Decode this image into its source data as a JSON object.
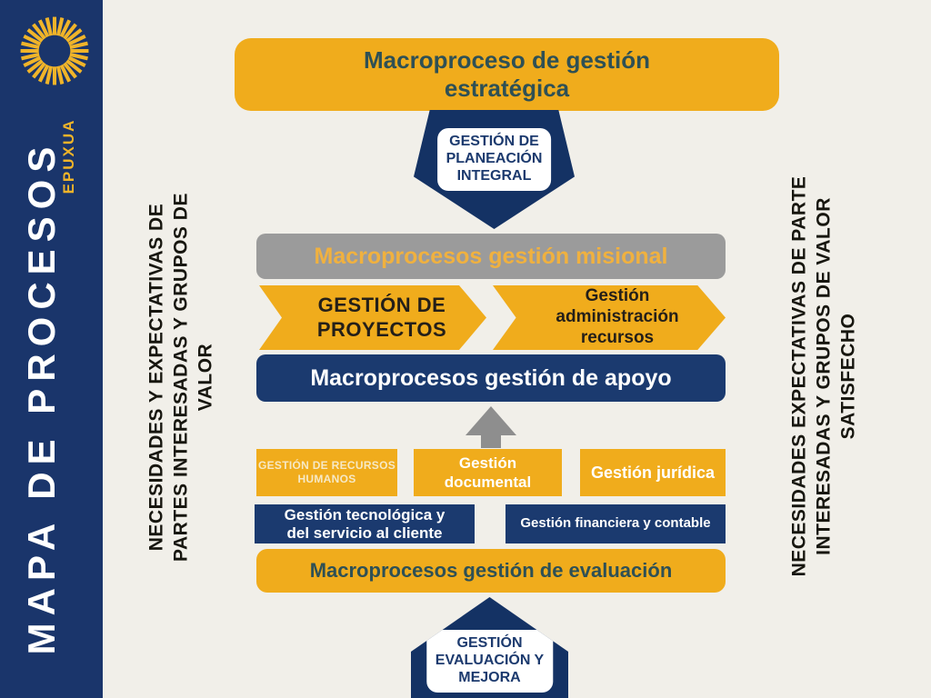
{
  "colors": {
    "background": "#F1EFE9",
    "sidebar_navy": "#1A356B",
    "navy": "#1B3A6F",
    "pentagon_navy": "#143264",
    "yellow": "#F0AC1C",
    "sun_yellow": "#F0B429",
    "gray_banner": "#9B9B9B",
    "gray_arrow": "#8E8E8E",
    "teal_text": "#2E5055",
    "gold_text": "#F0B13F",
    "cream_text": "#F6E9C6"
  },
  "sidebar": {
    "logo": "sunburst-icon",
    "title": "MAPA DE PROCESOS",
    "brand": "EPUXUA"
  },
  "side_labels": {
    "left": {
      "line1": "NECESIDADES Y EXPECTATIVAS DE",
      "line2": "PARTES INTERESADAS Y GRUPOS DE",
      "line3": "VALOR"
    },
    "right": {
      "line1": "NECESIDADES EXPECTATIVAS DE PARTE",
      "line2": "INTERESADAS Y GRUPOS DE VALOR",
      "line3": "SATISFECHO"
    }
  },
  "diagram": {
    "strategic_banner": "Macroproceso de gestión estratégica",
    "planning_pentagon": {
      "line1": "GESTIÓN DE",
      "line2": "PLANEACIÓN",
      "line3": "INTEGRAL"
    },
    "misional_banner": "Macroprocesos gestión misional",
    "projects_arrow": {
      "line1": "GESTIÓN DE",
      "line2": "PROYECTOS"
    },
    "resources_arrow": {
      "line1": "Gestión",
      "line2": "administración",
      "line3": "recursos"
    },
    "apoyo_banner": "Macroprocesos gestión de apoyo",
    "hr_box": {
      "line1": "GESTIÓN DE RECURSOS",
      "line2": "HUMANOS"
    },
    "document_box": {
      "line1": "Gestión",
      "line2": "documental"
    },
    "legal_box": "Gestión jurídica",
    "tech_box": {
      "line1": "Gestión tecnológica y",
      "line2": "del servicio al cliente"
    },
    "finance_box": "Gestión financiera y contable",
    "evaluation_banner": "Macroprocesos gestión de evaluación",
    "evaluation_pentagon": {
      "line1": "GESTIÓN",
      "line2": "EVALUACIÓN Y",
      "line3": "MEJORA"
    }
  }
}
